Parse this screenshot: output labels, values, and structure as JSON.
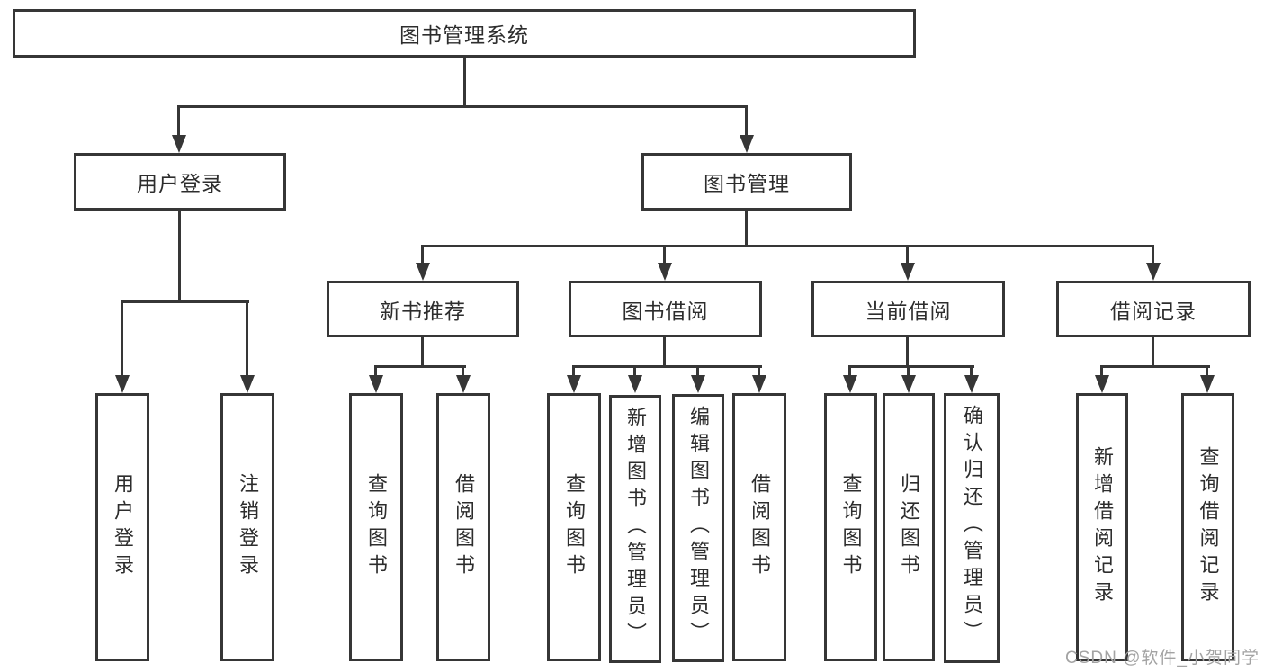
{
  "diagram": {
    "root": "图书管理系统",
    "level2": [
      "用户登录",
      "图书管理"
    ],
    "level3": [
      "新书推荐",
      "图书借阅",
      "当前借阅",
      "借阅记录"
    ],
    "groups": [
      {
        "parent": "用户登录",
        "children": [
          "用户登录",
          "注销登录"
        ]
      },
      {
        "parent": "新书推荐",
        "children": [
          "查询图书",
          "借阅图书"
        ]
      },
      {
        "parent": "图书借阅",
        "children": [
          "查询图书",
          "新增图书（管理员）",
          "编辑图书（管理员）",
          "借阅图书"
        ]
      },
      {
        "parent": "当前借阅",
        "children": [
          "查询图书",
          "归还图书",
          "确认归还（管理员）"
        ]
      },
      {
        "parent": "借阅记录",
        "children": [
          "新增借阅记录",
          "查询借阅记录"
        ]
      }
    ]
  },
  "watermark": {
    "text": "CSDN @软件_小贺同学"
  },
  "colors": {
    "line": "#363636",
    "text": "#2d2d2d",
    "background": "#ffffff",
    "watermark": "#a3a3a3"
  }
}
